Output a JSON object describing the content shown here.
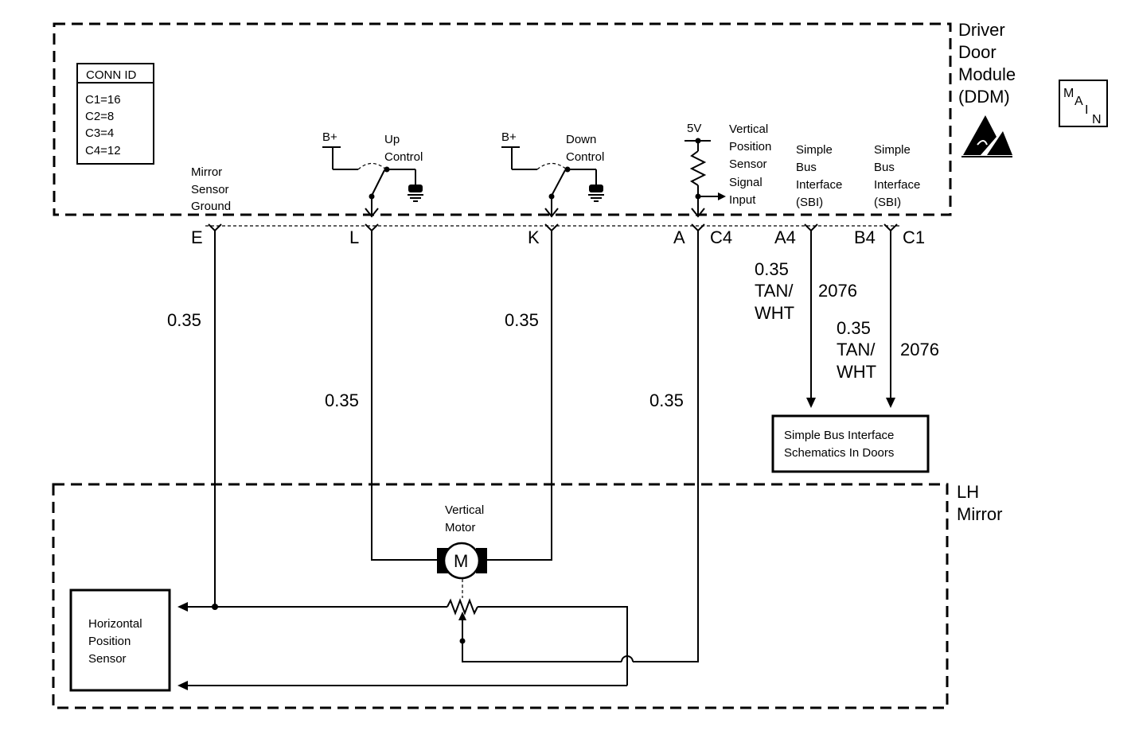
{
  "modules": {
    "ddm_label": [
      "Driver",
      "Door",
      "Module",
      "(DDM)"
    ],
    "mirror_label": [
      "LH",
      "Mirror"
    ]
  },
  "conn_id": {
    "title": "CONN ID",
    "rows": [
      "C1=16",
      "C2=8",
      "C3=4",
      "C4=12"
    ]
  },
  "main_badge": {
    "m": "M",
    "a": "A",
    "i": "I",
    "n": "N"
  },
  "ddm_labels": {
    "mirror_sensor_ground": [
      "Mirror",
      "Sensor",
      "Ground"
    ],
    "up_bplus": "B+",
    "up_control": [
      "Up",
      "Control"
    ],
    "down_bplus": "B+",
    "down_control": [
      "Down",
      "Control"
    ],
    "five_v": "5V",
    "vertical_position": [
      "Vertical",
      "Position",
      "Sensor",
      "Signal",
      "Input"
    ],
    "sbi_1": [
      "Simple",
      "Bus",
      "Interface",
      "(SBI)"
    ],
    "sbi_2": [
      "Simple",
      "Bus",
      "Interface",
      "(SBI)"
    ]
  },
  "pins": {
    "e": "E",
    "l": "L",
    "k": "K",
    "a": "A",
    "c4": "C4",
    "a4": "A4",
    "b4": "B4",
    "c1": "C1"
  },
  "wires": {
    "e_gauge": "0.35",
    "l_gauge": "0.35",
    "k_gauge": "0.35",
    "a_gauge": "0.35",
    "sbi1_wire": [
      "0.35",
      "TAN/",
      "WHT"
    ],
    "sbi1_circuit": "2076",
    "sbi2_wire": [
      "0.35",
      "TAN/",
      "WHT"
    ],
    "sbi2_circuit": "2076"
  },
  "sbi_schematics_box": [
    "Simple Bus Interface",
    "Schematics In Doors"
  ],
  "vertical_motor": {
    "label": [
      "Vertical",
      "Motor"
    ],
    "symbol": "M"
  },
  "horizontal_sensor": [
    "Horizontal",
    "Position",
    "Sensor"
  ],
  "icons": [
    "esd-warning-icon",
    "ground-icon",
    "motor-icon",
    "potentiometer-icon",
    "resistor-icon"
  ]
}
